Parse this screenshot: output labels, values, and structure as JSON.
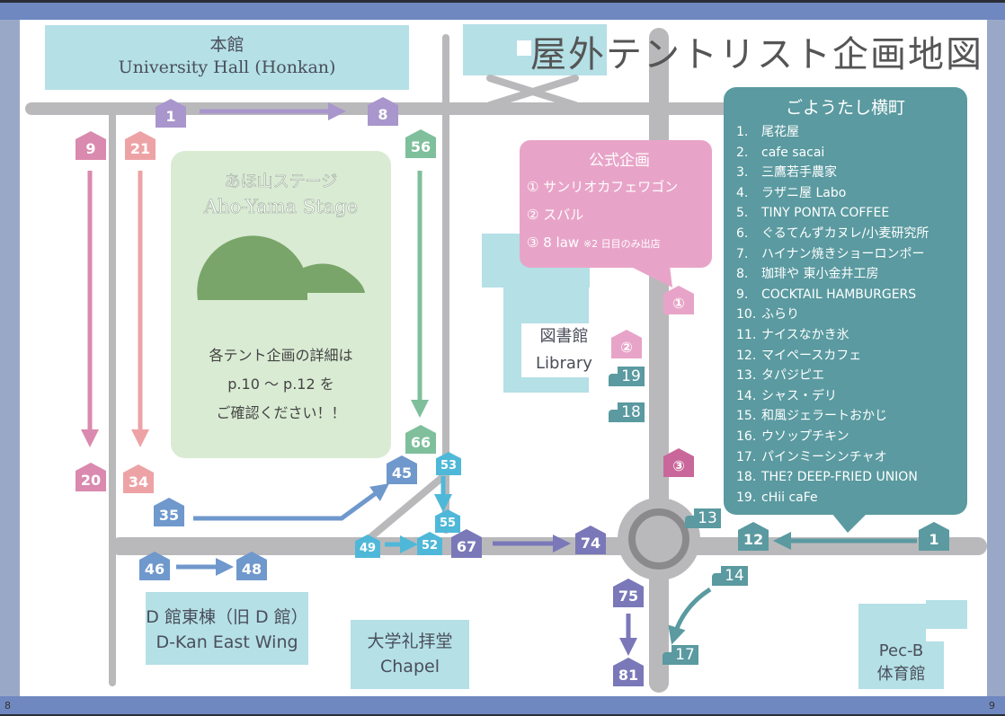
{
  "title": "屋外テントリスト企画地図",
  "page_numbers": {
    "left": "8",
    "right": "9"
  },
  "buildings": {
    "honkan": {
      "ja": "本館",
      "en": "University Hall (Honkan)"
    },
    "stage": {
      "ja": "あほ山ステージ",
      "en": "Aho-Yama Stage",
      "note": [
        "各テント企画の詳細は",
        "p.10 ～ p.12 を",
        "ご確認ください！！"
      ]
    },
    "library": {
      "ja": "図書館",
      "en": "Library"
    },
    "dkan": {
      "ja": "D 館東棟（旧 D 館）",
      "en": "D-Kan East Wing"
    },
    "chapel": {
      "ja": "大学礼拝堂",
      "en": "Chapel"
    },
    "pecb": {
      "en": "Pec-B",
      "ja": "体育館"
    }
  },
  "official": {
    "title": "公式企画",
    "items": [
      "① サンリオカフェワゴン",
      "② スバル",
      "③ 8 law"
    ],
    "note": "※2 日目のみ出店"
  },
  "yokocho": {
    "title": "ごようたし横町",
    "items": [
      "尾花屋",
      "cafe sacai",
      "三鷹若手農家",
      "ラザニ屋 Labo",
      "TINY PONTA COFFEE",
      "ぐるてんずカヌレ/小麦研究所",
      "ハイナン焼きショーロンポー",
      "珈琲や 東小金井工房",
      "COCKTAIL HAMBURGERS",
      "ふらり",
      "ナイスなかき氷",
      "マイペースカフェ",
      "タパジピエ",
      "シャス・デリ",
      "和風ジェラートおかじ",
      "ウソップチキン",
      "パインミーシンチャオ",
      "THE? DEEP-FRIED UNION",
      "cHii caFe"
    ]
  },
  "colors": {
    "purple": "#a996cc",
    "pink": "#d98aae",
    "salmon": "#eda3a6",
    "green": "#7fbf9c",
    "blue": "#6f98cc",
    "cyan": "#4fb8d8",
    "indigo": "#7a78b8",
    "teal": "#5a9aa0",
    "magenta": "#c9679a",
    "lightpink": "#e8a4c8",
    "road": "#b9b9bb"
  },
  "markers": [
    {
      "label": "1",
      "color": "purple",
      "icon": "tent"
    },
    {
      "label": "8",
      "color": "purple",
      "icon": "tent"
    },
    {
      "label": "9",
      "color": "pink",
      "icon": "tent"
    },
    {
      "label": "21",
      "color": "salmon",
      "icon": "tent"
    },
    {
      "label": "56",
      "color": "green",
      "icon": "tent"
    },
    {
      "label": "20",
      "color": "pink",
      "icon": "tent"
    },
    {
      "label": "34",
      "color": "salmon",
      "icon": "tent"
    },
    {
      "label": "66",
      "color": "green",
      "icon": "tent"
    },
    {
      "label": "45",
      "color": "blue",
      "icon": "tent"
    },
    {
      "label": "35",
      "color": "blue",
      "icon": "tent"
    },
    {
      "label": "46",
      "color": "blue",
      "icon": "tent"
    },
    {
      "label": "48",
      "color": "blue",
      "icon": "tent"
    },
    {
      "label": "53",
      "color": "cyan",
      "icon": "tent"
    },
    {
      "label": "55",
      "color": "cyan",
      "icon": "tent"
    },
    {
      "label": "49",
      "color": "cyan",
      "icon": "tent"
    },
    {
      "label": "52",
      "color": "cyan",
      "icon": "tent"
    },
    {
      "label": "67",
      "color": "indigo",
      "icon": "tent"
    },
    {
      "label": "74",
      "color": "indigo",
      "icon": "tent"
    },
    {
      "label": "75",
      "color": "indigo",
      "icon": "tent"
    },
    {
      "label": "81",
      "color": "indigo",
      "icon": "tent"
    },
    {
      "label": "12",
      "color": "teal",
      "icon": "tent"
    },
    {
      "label": "1",
      "color": "teal",
      "icon": "tent"
    },
    {
      "label": "①",
      "color": "lightpink",
      "icon": "tent"
    },
    {
      "label": "②",
      "color": "lightpink",
      "icon": "tent"
    },
    {
      "label": "③",
      "color": "magenta",
      "icon": "tent"
    },
    {
      "label": "13",
      "color": "teal",
      "icon": "truck"
    },
    {
      "label": "14",
      "color": "teal",
      "icon": "truck"
    },
    {
      "label": "17",
      "color": "teal",
      "icon": "truck"
    },
    {
      "label": "19",
      "color": "teal",
      "icon": "truck"
    },
    {
      "label": "18",
      "color": "teal",
      "icon": "truck"
    }
  ]
}
